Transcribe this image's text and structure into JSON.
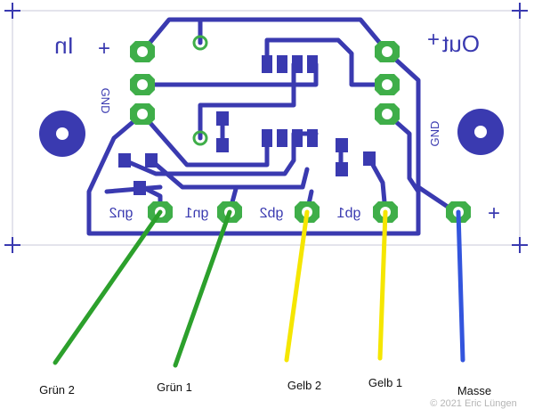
{
  "board": {
    "colors": {
      "trace": "#3a3ab0",
      "pad_ring": "#3fae49",
      "wire_green": "#2ca02c",
      "wire_yellow": "#f5e600",
      "wire_blue": "#3355dd",
      "outline": "#3a3ab0"
    },
    "silk_labels": {
      "in": "In",
      "out": "Out",
      "plus_in": "+",
      "plus_out": "+",
      "plus_bottom": "+",
      "gnd_left": "GND",
      "gnd_right": "GND",
      "gn2": "gn2",
      "gn1": "gn1",
      "gb2": "gb2",
      "gb1": "gb1"
    }
  },
  "wire_labels": {
    "gruen2": "Grün 2",
    "gruen1": "Grün 1",
    "gelb2": "Gelb 2",
    "gelb1": "Gelb 1",
    "masse": "Masse"
  },
  "copyright": "© 2021 Eric Lüngen"
}
